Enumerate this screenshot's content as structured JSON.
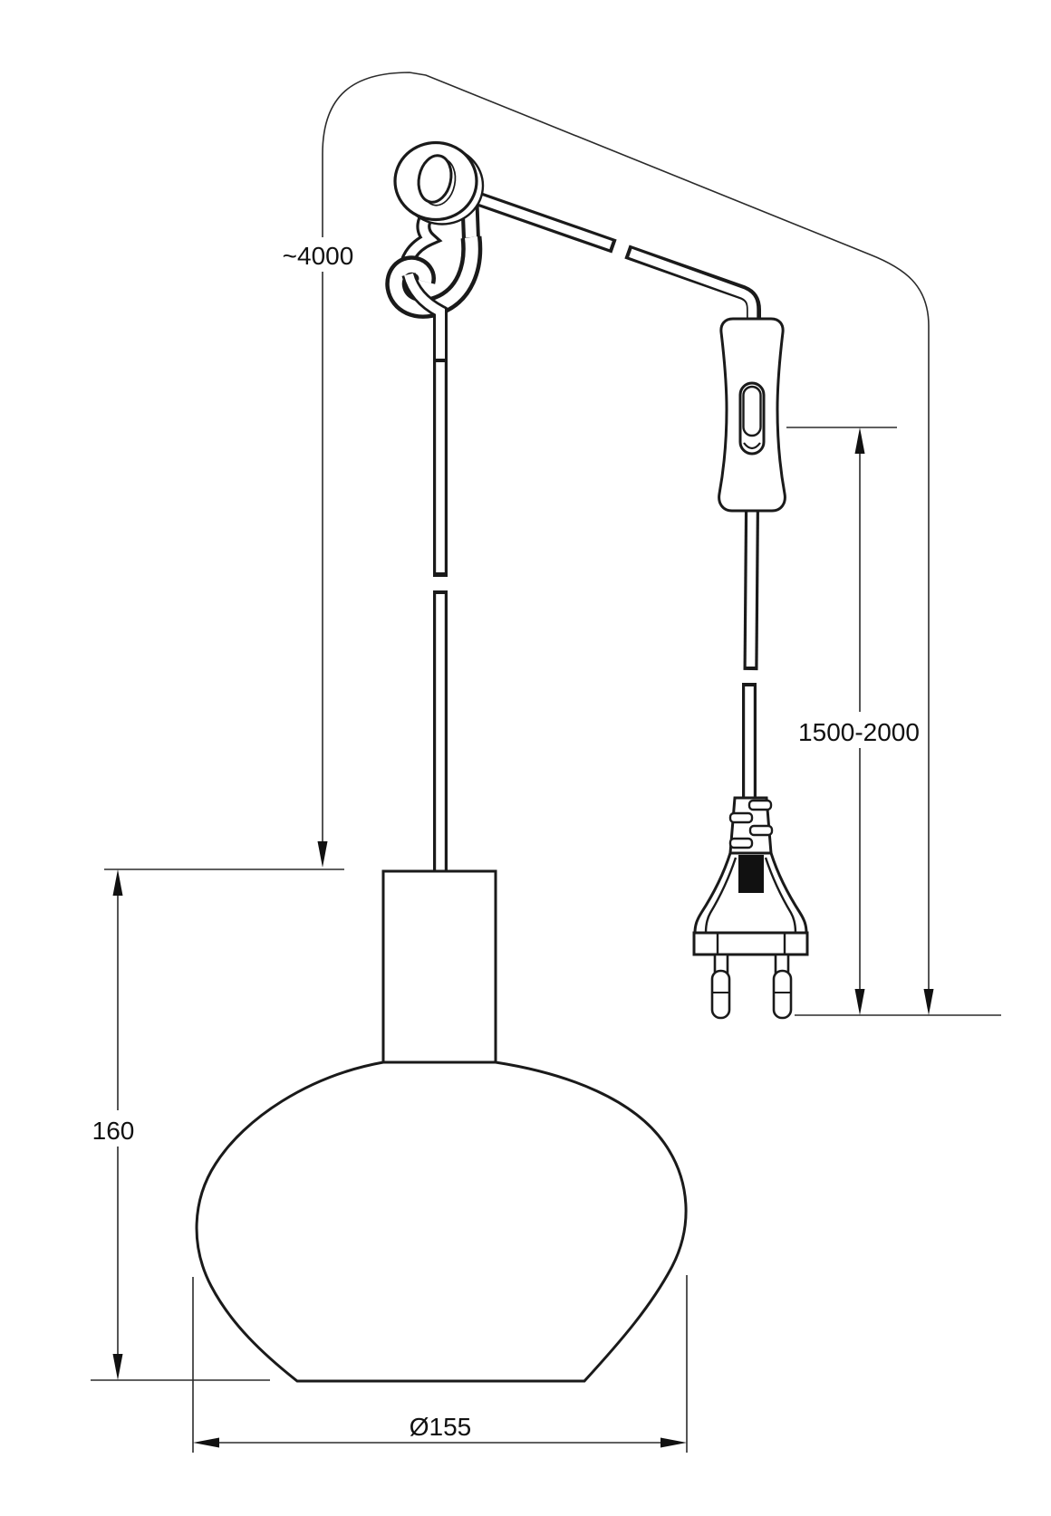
{
  "drawing": {
    "kind": "pendant-lamp-dimension-drawing",
    "dimensions": {
      "cable_total_length": "~4000",
      "switch_to_plug_range": "1500-2000",
      "shade_height": "160",
      "shade_diameter": "Ø155"
    },
    "colors": {
      "outline": "#1a1a1a",
      "dimension_line": "#2b2b2b",
      "background": "#ffffff",
      "plug_label_fill": "#111111"
    },
    "parts": {
      "hook": "ceiling-hook",
      "cable": "power-cable",
      "switch": "inline-cord-switch",
      "plug": "euro-power-plug",
      "cap": "lamp-socket-cap",
      "shade": "lamp-shade"
    }
  }
}
